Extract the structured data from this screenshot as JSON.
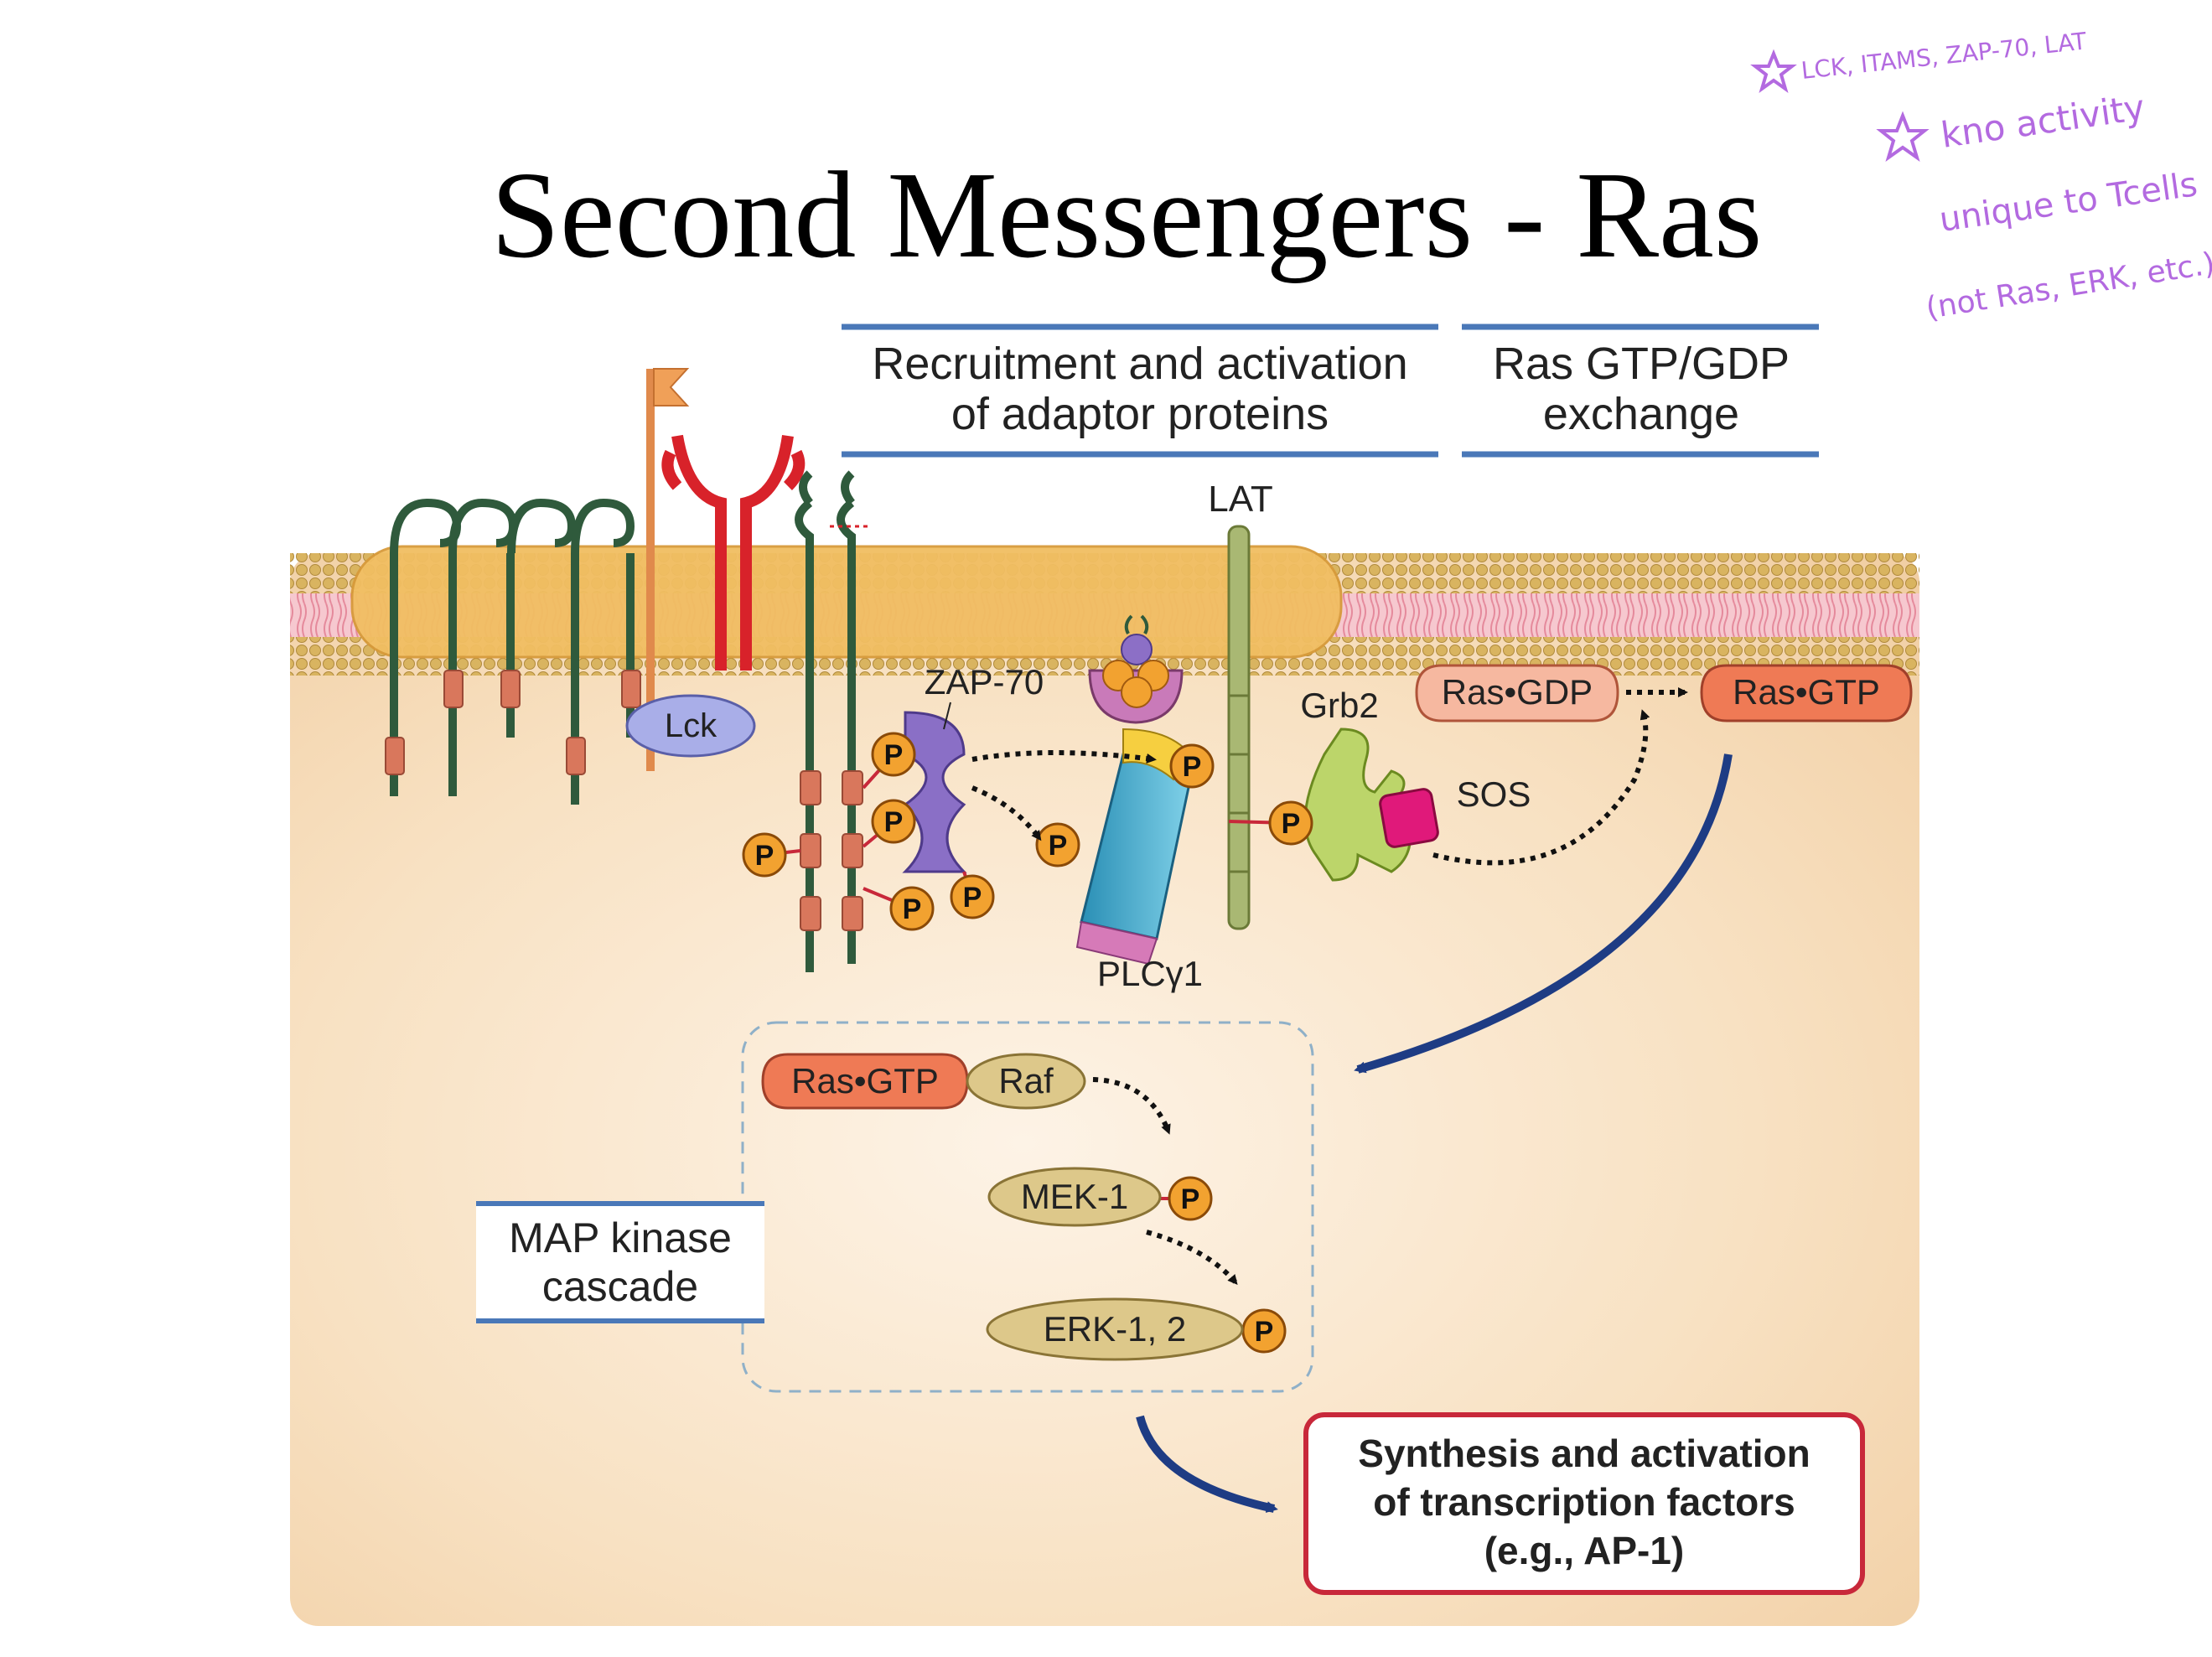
{
  "slide": {
    "title": "Second Messengers - Ras"
  },
  "annotations": {
    "line1": "LCK, ITAMS, ZAP-70, LAT",
    "line2": "kno activity",
    "line3": "unique to Tcells",
    "line4": "(not Ras, ERK, etc.)",
    "colors": {
      "ink": "#b36ae0"
    }
  },
  "header_boxes": {
    "recruitment": {
      "line1": "Recruitment and activation",
      "line2": "of adaptor proteins"
    },
    "exchange": {
      "line1": "Ras GTP/GDP",
      "line2": "exchange"
    }
  },
  "labels": {
    "lat": "LAT",
    "lck": "Lck",
    "zap70": "ZAP-70",
    "grb2": "Grb2",
    "sos": "SOS",
    "plcg1": "PLCγ1",
    "phospho": "P"
  },
  "ras": {
    "gdp": "Ras•GDP",
    "gtp": "Ras•GTP"
  },
  "cascade": {
    "box_line1": "MAP kinase",
    "box_line2": "cascade",
    "ras_gtp": "Ras•GTP",
    "raf": "Raf",
    "mek": "MEK-1",
    "erk": "ERK-1, 2"
  },
  "outcome": {
    "line1": "Synthesis and activation",
    "line2": "of transcription factors",
    "line3": "(e.g., AP-1)"
  },
  "colors": {
    "cytoplasm": "#f6dcb8",
    "membrane_bead": "#d9b460",
    "membrane_tail": "#f2b0bc",
    "raft": "#f2c26a",
    "phospho": "#f2a230",
    "ras_gtp": "#ef7a55",
    "ras_gdp": "#f6b8a0",
    "kinase": "#ddc88a",
    "arrow_blue": "#1e3c84",
    "receptor_green": "#2f5a3c",
    "lck_purple": "#a9aee8"
  }
}
